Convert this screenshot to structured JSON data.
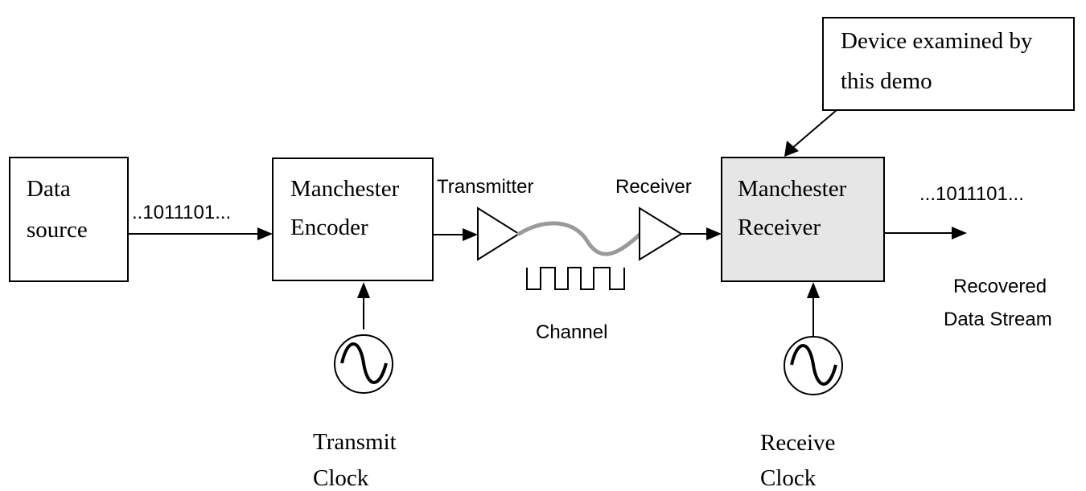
{
  "colors": {
    "receiver_fill": "#e6e6e6",
    "channel_wire": "#9a9a9a",
    "stroke": "#000000",
    "background": "#ffffff"
  },
  "callout": {
    "line1": "Device examined by",
    "line2": "this demo"
  },
  "blocks": {
    "data_source": {
      "line1": "Data",
      "line2": "source"
    },
    "encoder": {
      "line1": "Manchester",
      "line2": "Encoder"
    },
    "receiver": {
      "line1": "Manchester",
      "line2": "Receiver"
    }
  },
  "labels": {
    "input_bits": "..1011101...",
    "output_bits": "...1011101...",
    "transmitter": "Transmitter",
    "receiver_amp": "Receiver",
    "channel": "Channel",
    "recovered_line1": "Recovered",
    "recovered_line2": "Data Stream",
    "transmit_clock_line1": "Transmit",
    "transmit_clock_line2": "Clock",
    "receive_clock_line1": "Receive",
    "receive_clock_line2": "Clock"
  },
  "icons": {
    "amplifier": "triangle-amplifier-icon",
    "clock": "sine-oscillator-icon",
    "waveform": "square-wave-icon"
  }
}
